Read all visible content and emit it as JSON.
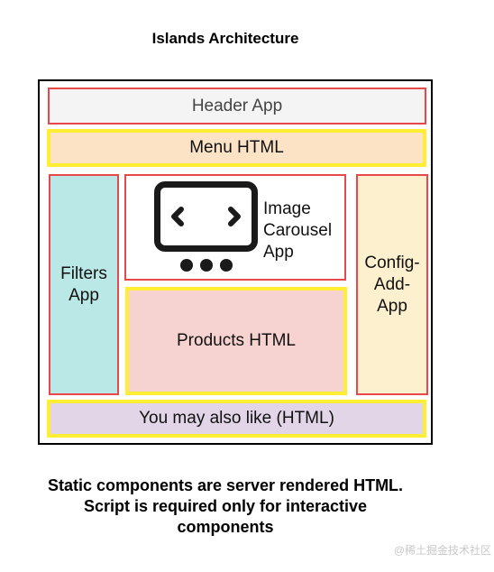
{
  "title": "Islands Architecture",
  "components": {
    "header": "Header App",
    "menu": "Menu HTML",
    "filters_line1": "Filters",
    "filters_line2": "App",
    "carousel_line1": "Image",
    "carousel_line2": "Carousel",
    "carousel_line3": "App",
    "products": "Products HTML",
    "config_line1": "Config-",
    "config_line2": "Add-",
    "config_line3": "App",
    "also_like": "You may also like (HTML)"
  },
  "caption": {
    "line1": "Static components are server rendered HTML.",
    "line2": "Script is required only for interactive",
    "line3": "components"
  },
  "watermark": "@稀土掘金技术社区",
  "colors": {
    "island_border": "#e8484c",
    "static_border": "#ffee33",
    "header_fill": "#f4f4f4",
    "menu_fill": "#fce3c6",
    "filters_fill": "#b9e8e6",
    "products_fill": "#f6d2d0",
    "config_fill": "#fdf0ce",
    "also_like_fill": "#e2d5e8"
  },
  "icons": [
    "image-carousel-icon",
    "chevron-left-icon",
    "chevron-right-icon",
    "pagination-dots-icon"
  ]
}
